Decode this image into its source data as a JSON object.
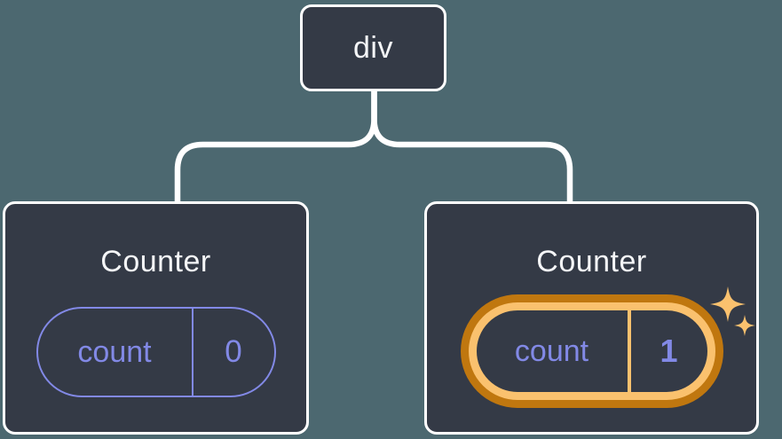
{
  "canvas": {
    "background_color": "#4C6870"
  },
  "tree": {
    "root": {
      "label": "div"
    },
    "connector_color": "#FFFFFF",
    "children": [
      {
        "title": "Counter",
        "state_pill": {
          "label": "count",
          "value": "0"
        },
        "highlighted": false
      },
      {
        "title": "Counter",
        "state_pill": {
          "label": "count",
          "value": "1"
        },
        "highlighted": true,
        "decorations": [
          "sparkle-large-icon",
          "sparkle-small-icon"
        ]
      }
    ]
  },
  "colors": {
    "node_background": "#343A46",
    "node_border": "#FFFFFF",
    "node_text": "#F5F6F8",
    "state_accent_purple": "#8289E6",
    "highlight_ring_outer_orange": "#C0770F",
    "highlight_ring_inner_orange": "#FAC16E",
    "sparkle_gold": "#FAC16E"
  }
}
